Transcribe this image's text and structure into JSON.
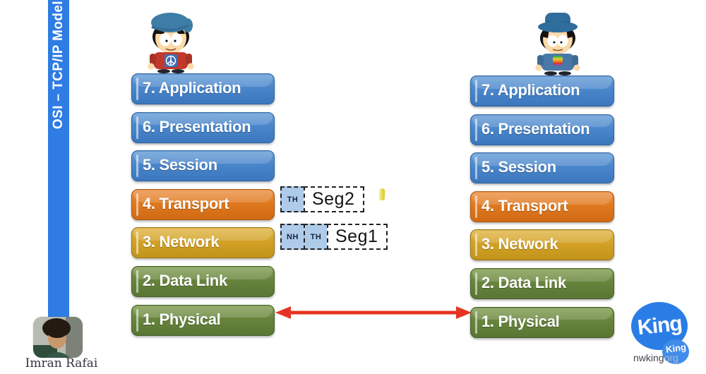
{
  "slide": {
    "title": "OSI – TCP/IP Model"
  },
  "layers": [
    {
      "label": "7. Application",
      "color": "blue"
    },
    {
      "label": "6. Presentation",
      "color": "blue"
    },
    {
      "label": "5. Session",
      "color": "blue"
    },
    {
      "label": "4. Transport",
      "color": "orange"
    },
    {
      "label": "3. Network",
      "color": "gold"
    },
    {
      "label": "2. Data Link",
      "color": "green"
    },
    {
      "label": "1. Physical",
      "color": "green"
    }
  ],
  "pdu": {
    "seg2": {
      "headers": [
        "TH"
      ],
      "label": "Seg2"
    },
    "seg1": {
      "headers": [
        "NH",
        "TH"
      ],
      "label": "Seg1"
    }
  },
  "presenter": {
    "name": "Imran Rafai"
  },
  "watermark": {
    "big_label": "King",
    "small_label": "King",
    "site_name": "nwking",
    "site_suffix": "org"
  },
  "icons": {
    "left_character": "cartoon-kid-blue-beanie-red-hoodie-peace-sign",
    "right_character": "cartoon-kid-blue-fedora-apple-logo",
    "arrow": "red-double-headed-arrow",
    "marker": "yellow-highlighter-mark"
  },
  "colors": {
    "banner_blue": "#2e7ce4",
    "layer_blue": "#4a86cb",
    "layer_orange": "#e0791f",
    "layer_gold": "#d2a125",
    "layer_green": "#67843c",
    "arrow_red": "#e63424",
    "pdu_header_fill": "#aecbea",
    "marker_yellow": "#e9da52",
    "logo_blue": "#2b7de6"
  }
}
